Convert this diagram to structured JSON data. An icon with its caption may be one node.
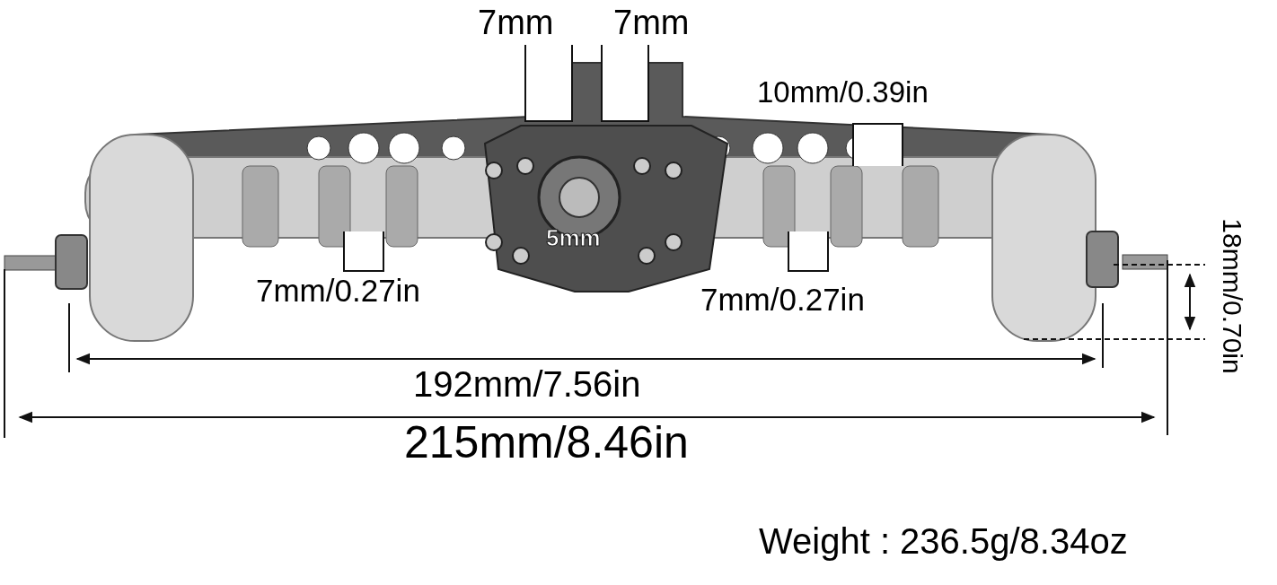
{
  "diagram": {
    "labels": [
      "7mm",
      "7mm",
      "10mm/0.39in",
      "18mm/0.70in",
      "5mm",
      "7mm/0.27in",
      "7mm/0.27in",
      "192mm/7.56in",
      "215mm/8.46in",
      "Weight : 236.5g/8.34oz"
    ]
  }
}
